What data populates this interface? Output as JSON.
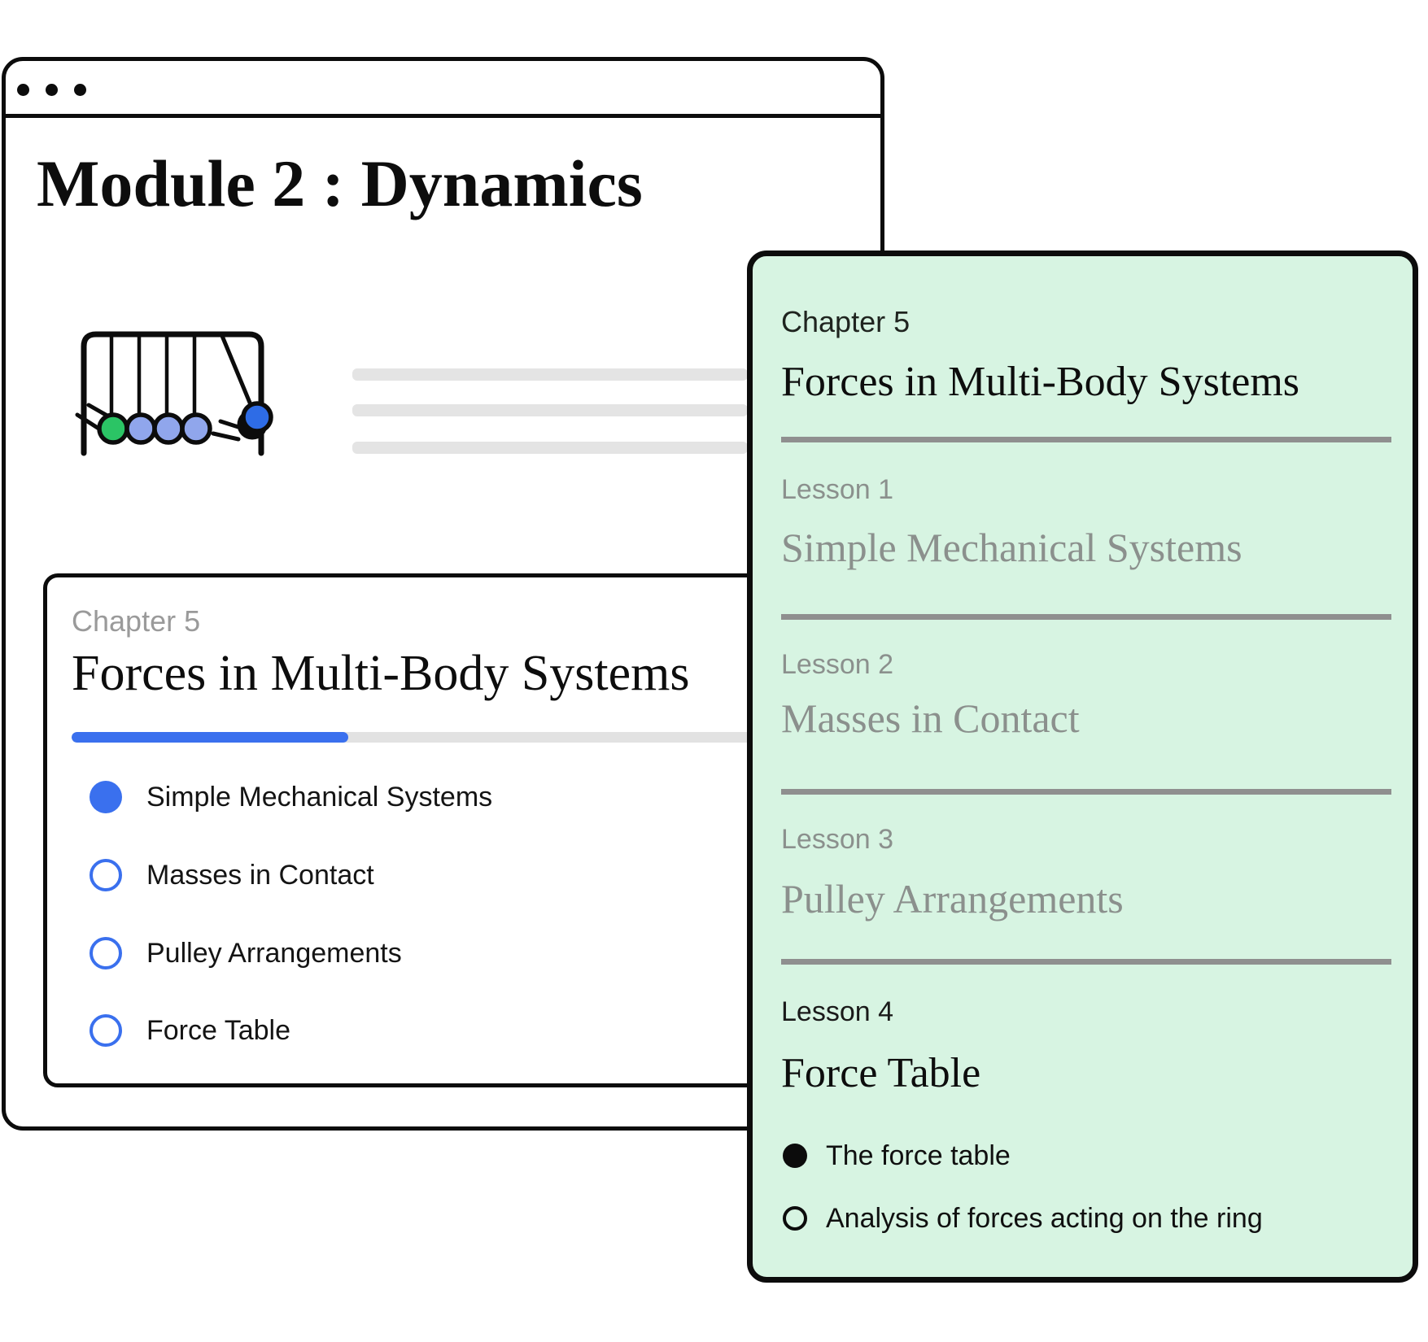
{
  "window": {
    "title": "Module 2 : Dynamics"
  },
  "illustration": {
    "name": "newtons-cradle",
    "ball_colors": {
      "green": "#2bc465",
      "periwinkle": "#90a6ec",
      "blue": "#2e6ce6"
    }
  },
  "chapter_card": {
    "eyebrow": "Chapter 5",
    "title": "Forces in Multi-Body Systems",
    "progress_percent": 40,
    "items": [
      {
        "label": "Simple Mechanical Systems",
        "state": "filled"
      },
      {
        "label": "Masses in Contact",
        "state": "empty"
      },
      {
        "label": "Pulley Arrangements",
        "state": "empty"
      },
      {
        "label": "Force Table",
        "state": "empty"
      }
    ]
  },
  "lesson_panel": {
    "eyebrow": "Chapter 5",
    "title": "Forces in Multi-Body Systems",
    "lessons": [
      {
        "label": "Lesson 1",
        "title": "Simple Mechanical Systems",
        "state": "dimmed"
      },
      {
        "label": "Lesson 2",
        "title": "Masses in Contact",
        "state": "dimmed"
      },
      {
        "label": "Lesson 3",
        "title": "Pulley Arrangements",
        "state": "dimmed"
      },
      {
        "label": "Lesson 4",
        "title": "Force Table",
        "state": "current"
      }
    ],
    "lesson4_topics": [
      {
        "label": "The force table",
        "state": "filled"
      },
      {
        "label": "Analysis of forces acting on the ring",
        "state": "empty"
      }
    ]
  },
  "colors": {
    "accent_blue": "#3a70ee",
    "panel_mint": "#d7f4e2",
    "outline_black": "#0c0c0c",
    "divider_gray": "#8f8f8f",
    "muted_gray": "#8b908d",
    "placeholder_gray": "#e4e4e4"
  }
}
